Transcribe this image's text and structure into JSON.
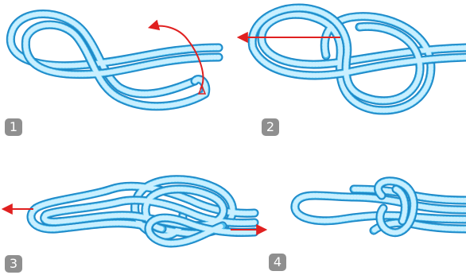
{
  "steps": [
    {
      "number": "1",
      "arrow": "rotate-arrow"
    },
    {
      "number": "2",
      "arrow": "pull-left-arrow"
    },
    {
      "number": "3",
      "arrow": "pull-both-arrows"
    },
    {
      "number": "4",
      "arrow": "none"
    }
  ],
  "colors": {
    "rope_fill": "#4fc1ee",
    "rope_edge": "#1f88c7",
    "rope_stripe": "#c9efff",
    "arrow": "#e02020",
    "badge": "#8f8f8f",
    "badge_text": "#ffffff"
  }
}
